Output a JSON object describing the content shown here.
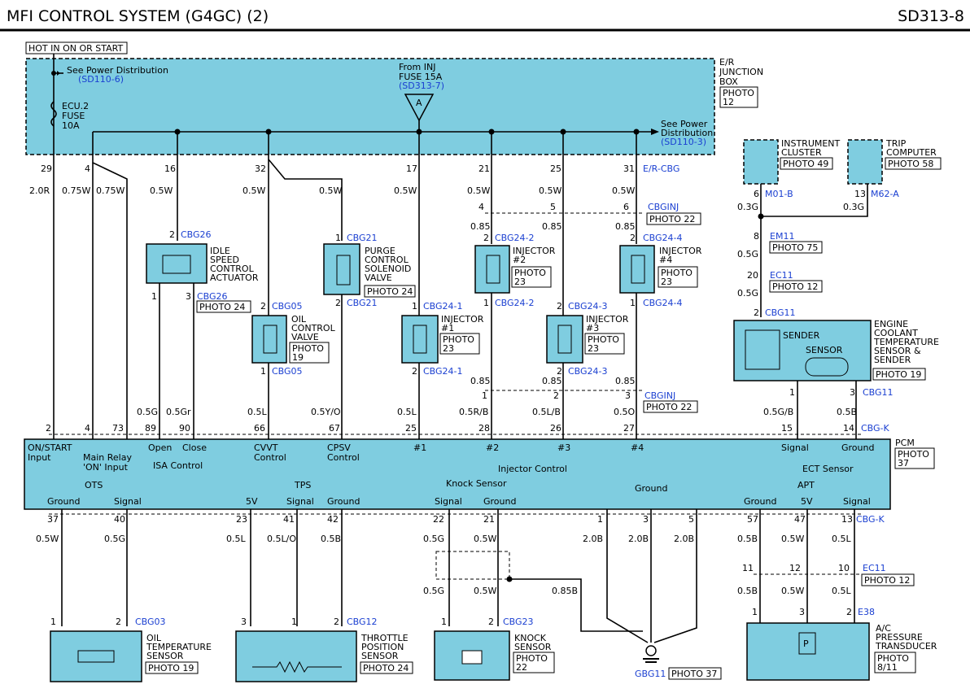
{
  "header": {
    "title": "MFI CONTROL SYSTEM (G4GC) (2)",
    "code": "SD313-8"
  },
  "hot_in": "HOT IN ON OR START",
  "see_power_1": "See Power Distribution",
  "sd110_6": "(SD110-6)",
  "ecu_fuse": [
    "ECU.2",
    "FUSE",
    "10A"
  ],
  "from_inj": [
    "From INJ",
    "FUSE 15A"
  ],
  "sd313_7": "(SD313-7)",
  "connector_a": "A",
  "see_power_2": [
    "See Power",
    "Distribution"
  ],
  "sd110_3": "(SD110-3)",
  "er_box": [
    "E/R",
    "JUNCTION",
    "BOX"
  ],
  "photo12": [
    "PHOTO",
    "12"
  ],
  "er_pins": [
    "29",
    "4",
    "16",
    "32",
    "17",
    "21",
    "25",
    "31"
  ],
  "er_cbg": "E/R-CBG",
  "wires_top": [
    "2.0R",
    "0.75W",
    "0.75W",
    "0.5W",
    "0.5W",
    "0.5W",
    "0.5W",
    "0.5W",
    "0.5W",
    "0.5W"
  ],
  "cbginj_top": {
    "pins": [
      "4",
      "5",
      "6"
    ],
    "label": "CBGINJ",
    "photo": "PHOTO 22"
  },
  "wires_085": [
    "0.85",
    "0.85",
    "0.85"
  ],
  "isc": {
    "pin": "2",
    "conn": "CBG26",
    "name": [
      "IDLE",
      "SPEED",
      "CONTROL",
      "ACTUATOR"
    ],
    "pins_bottom": [
      "1",
      "3"
    ],
    "conn_bottom": "CBG26",
    "photo": "PHOTO 24"
  },
  "pcsv": {
    "pin_top": "1",
    "conn_top": "CBG21",
    "name": [
      "PURGE",
      "CONTROL",
      "SOLENOID",
      "VALVE"
    ],
    "photo": "PHOTO 24",
    "pin_bottom": "2",
    "conn_bottom": "CBG21"
  },
  "ocv": {
    "pin_top": "2",
    "conn_top": "CBG05",
    "name": [
      "OIL",
      "CONTROL",
      "VALVE"
    ],
    "photo": [
      "PHOTO",
      "19"
    ],
    "pin_bottom": "1",
    "conn_bottom": "CBG05"
  },
  "inj1": {
    "pin_top": "1",
    "conn_top": "CBG24-1",
    "name": [
      "INJECTOR",
      "#1"
    ],
    "photo": [
      "PHOTO",
      "23"
    ],
    "pin_bottom": "2",
    "conn_bottom": "CBG24-1"
  },
  "inj2": {
    "pin_top": "2",
    "conn_top": "CBG24-2",
    "name": [
      "INJECTOR",
      "#2"
    ],
    "photo": [
      "PHOTO",
      "23"
    ],
    "pin_bottom": "1",
    "conn_bottom": "CBG24-2"
  },
  "inj3": {
    "pin_top": "2",
    "conn_top": "CBG24-3",
    "name": [
      "INJECTOR",
      "#3"
    ],
    "photo": [
      "PHOTO",
      "23"
    ],
    "pin_bottom": "2",
    "conn_bottom": "CBG24-3"
  },
  "inj4": {
    "pin_top": "2",
    "conn_top": "CBG24-4",
    "name": [
      "INJECTOR",
      "#4"
    ],
    "photo": [
      "PHOTO",
      "23"
    ],
    "pin_bottom": "1",
    "conn_bottom": "CBG24-4"
  },
  "cbginj_bottom": {
    "pins": [
      "1",
      "2",
      "3"
    ],
    "label": "CBGINJ",
    "photo": "PHOTO 22"
  },
  "inst_cluster": {
    "name": [
      "INSTRUMENT",
      "CLUSTER"
    ],
    "photo": "PHOTO 49",
    "pin": "6",
    "conn": "M01-B",
    "wire": "0.3G"
  },
  "trip_computer": {
    "name": [
      "TRIP",
      "COMPUTER"
    ],
    "photo": "PHOTO 58",
    "pin": "13",
    "conn": "M62-A",
    "wire": "0.3G"
  },
  "em11": {
    "pin": "8",
    "conn": "EM11",
    "photo": "PHOTO 75",
    "wire": "0.5G"
  },
  "ec11_top": {
    "pin": "20",
    "conn": "EC11",
    "photo": "PHOTO 12",
    "wire": "0.5G"
  },
  "ects": {
    "pin_top": "2",
    "conn_top": "CBG11",
    "sender": "SENDER",
    "sensor": "SENSOR",
    "name": [
      "ENGINE",
      "COOLANT",
      "TEMPERATURE",
      "SENSOR &",
      "SENDER"
    ],
    "photo": "PHOTO 19",
    "pins_bottom": [
      "1",
      "3"
    ],
    "conn_bottom": "CBG11"
  },
  "pcm_top_pins": [
    "2",
    "4",
    "73",
    "89",
    "90",
    "66",
    "67",
    "25",
    "28",
    "26",
    "27",
    "15",
    "14"
  ],
  "pcm_top_conn": "CBG-K",
  "wires_mid": [
    "0.5G",
    "0.5Gr",
    "0.5L",
    "0.5Y/O",
    "0.5L",
    "0.5R/B",
    "0.5L/B",
    "0.5O",
    "0.5G/B",
    "0.5B"
  ],
  "pcm": {
    "label": "PCM",
    "photo": [
      "PHOTO",
      "37"
    ],
    "on_start": [
      "ON/START",
      "Input"
    ],
    "main_relay": [
      "Main Relay",
      "'ON' Input"
    ],
    "isa_open": "Open",
    "isa_close": "Close",
    "isa": "ISA Control",
    "cvvt": [
      "CVVT",
      "Control"
    ],
    "cpsv": [
      "CPSV",
      "Control"
    ],
    "inj_nums": [
      "#1",
      "#2",
      "#3",
      "#4"
    ],
    "inj_ctrl": "Injector Control",
    "ect_signal": "Signal",
    "ect_ground": "Ground",
    "ect": "ECT Sensor",
    "ots": "OTS",
    "ots_ground": "Ground",
    "ots_signal": "Signal",
    "tps": "TPS",
    "tps_5v": "5V",
    "tps_signal": "Signal",
    "tps_ground": "Ground",
    "knock": "Knock Sensor",
    "knock_signal": "Signal",
    "knock_ground": "Ground",
    "ground": "Ground",
    "apt": "APT",
    "apt_ground": "Ground",
    "apt_5v": "5V",
    "apt_signal": "Signal"
  },
  "pcm_bottom_pins": [
    "37",
    "40",
    "23",
    "41",
    "42",
    "22",
    "21",
    "1",
    "3",
    "5",
    "57",
    "47",
    "13"
  ],
  "pcm_bottom_conn": "CBG-K",
  "wires_low": [
    "0.5W",
    "0.5G",
    "0.5L",
    "0.5L/O",
    "0.5B",
    "0.5G",
    "0.5W",
    "2.0B",
    "2.0B",
    "2.0B",
    "0.5B",
    "0.5W",
    "0.5L"
  ],
  "ec11_bottom": {
    "pins": [
      "11",
      "12",
      "10"
    ],
    "conn": "EC11",
    "photo": "PHOTO 12"
  },
  "wires_low2": [
    "0.5G",
    "0.5W",
    "0.85B",
    "0.5B",
    "0.5W",
    "0.5L"
  ],
  "ots_sensor": {
    "pins": [
      "1",
      "2"
    ],
    "conn": "CBG03",
    "name": [
      "OIL",
      "TEMPERATURE",
      "SENSOR"
    ],
    "photo": "PHOTO 19"
  },
  "tps_sensor": {
    "pins": [
      "3",
      "1",
      "2"
    ],
    "conn": "CBG12",
    "name": [
      "THROTTLE",
      "POSITION",
      "SENSOR"
    ],
    "photo": "PHOTO 24"
  },
  "knock_sensor": {
    "pins": [
      "1",
      "2"
    ],
    "conn": "CBG23",
    "name": [
      "KNOCK",
      "SENSOR"
    ],
    "photo": [
      "PHOTO",
      "22"
    ]
  },
  "gbg11": {
    "conn": "GBG11",
    "photo": "PHOTO 37"
  },
  "apt_sensor": {
    "pins": [
      "1",
      "3",
      "2"
    ],
    "conn": "E38",
    "name": [
      "A/C",
      "PRESSURE",
      "TRANSDUCER"
    ],
    "photo": [
      "PHOTO",
      "8/11"
    ],
    "p": "P"
  }
}
